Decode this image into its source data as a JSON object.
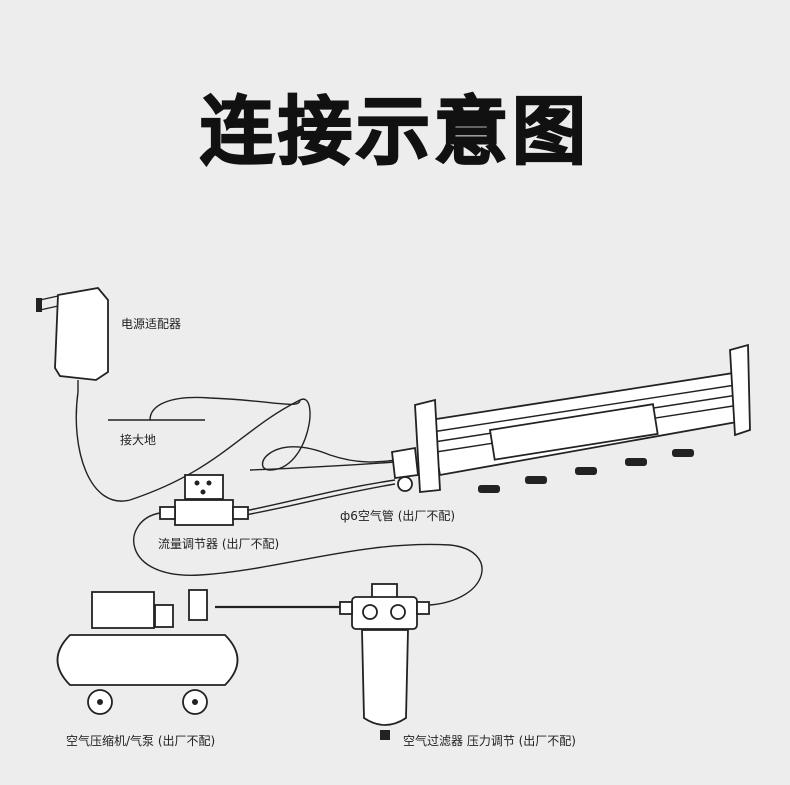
{
  "title": "连接示意图",
  "labels": {
    "power_adapter": "电源适配器",
    "ground": "接大地",
    "air_tube": "ф6空气管 (出厂不配)",
    "flow_regulator": "流量调节器 (出厂不配)",
    "compressor": "空气压缩机/气泵 (出厂不配)",
    "filter": "空气过滤器 压力调节 (出厂不配)"
  }
}
